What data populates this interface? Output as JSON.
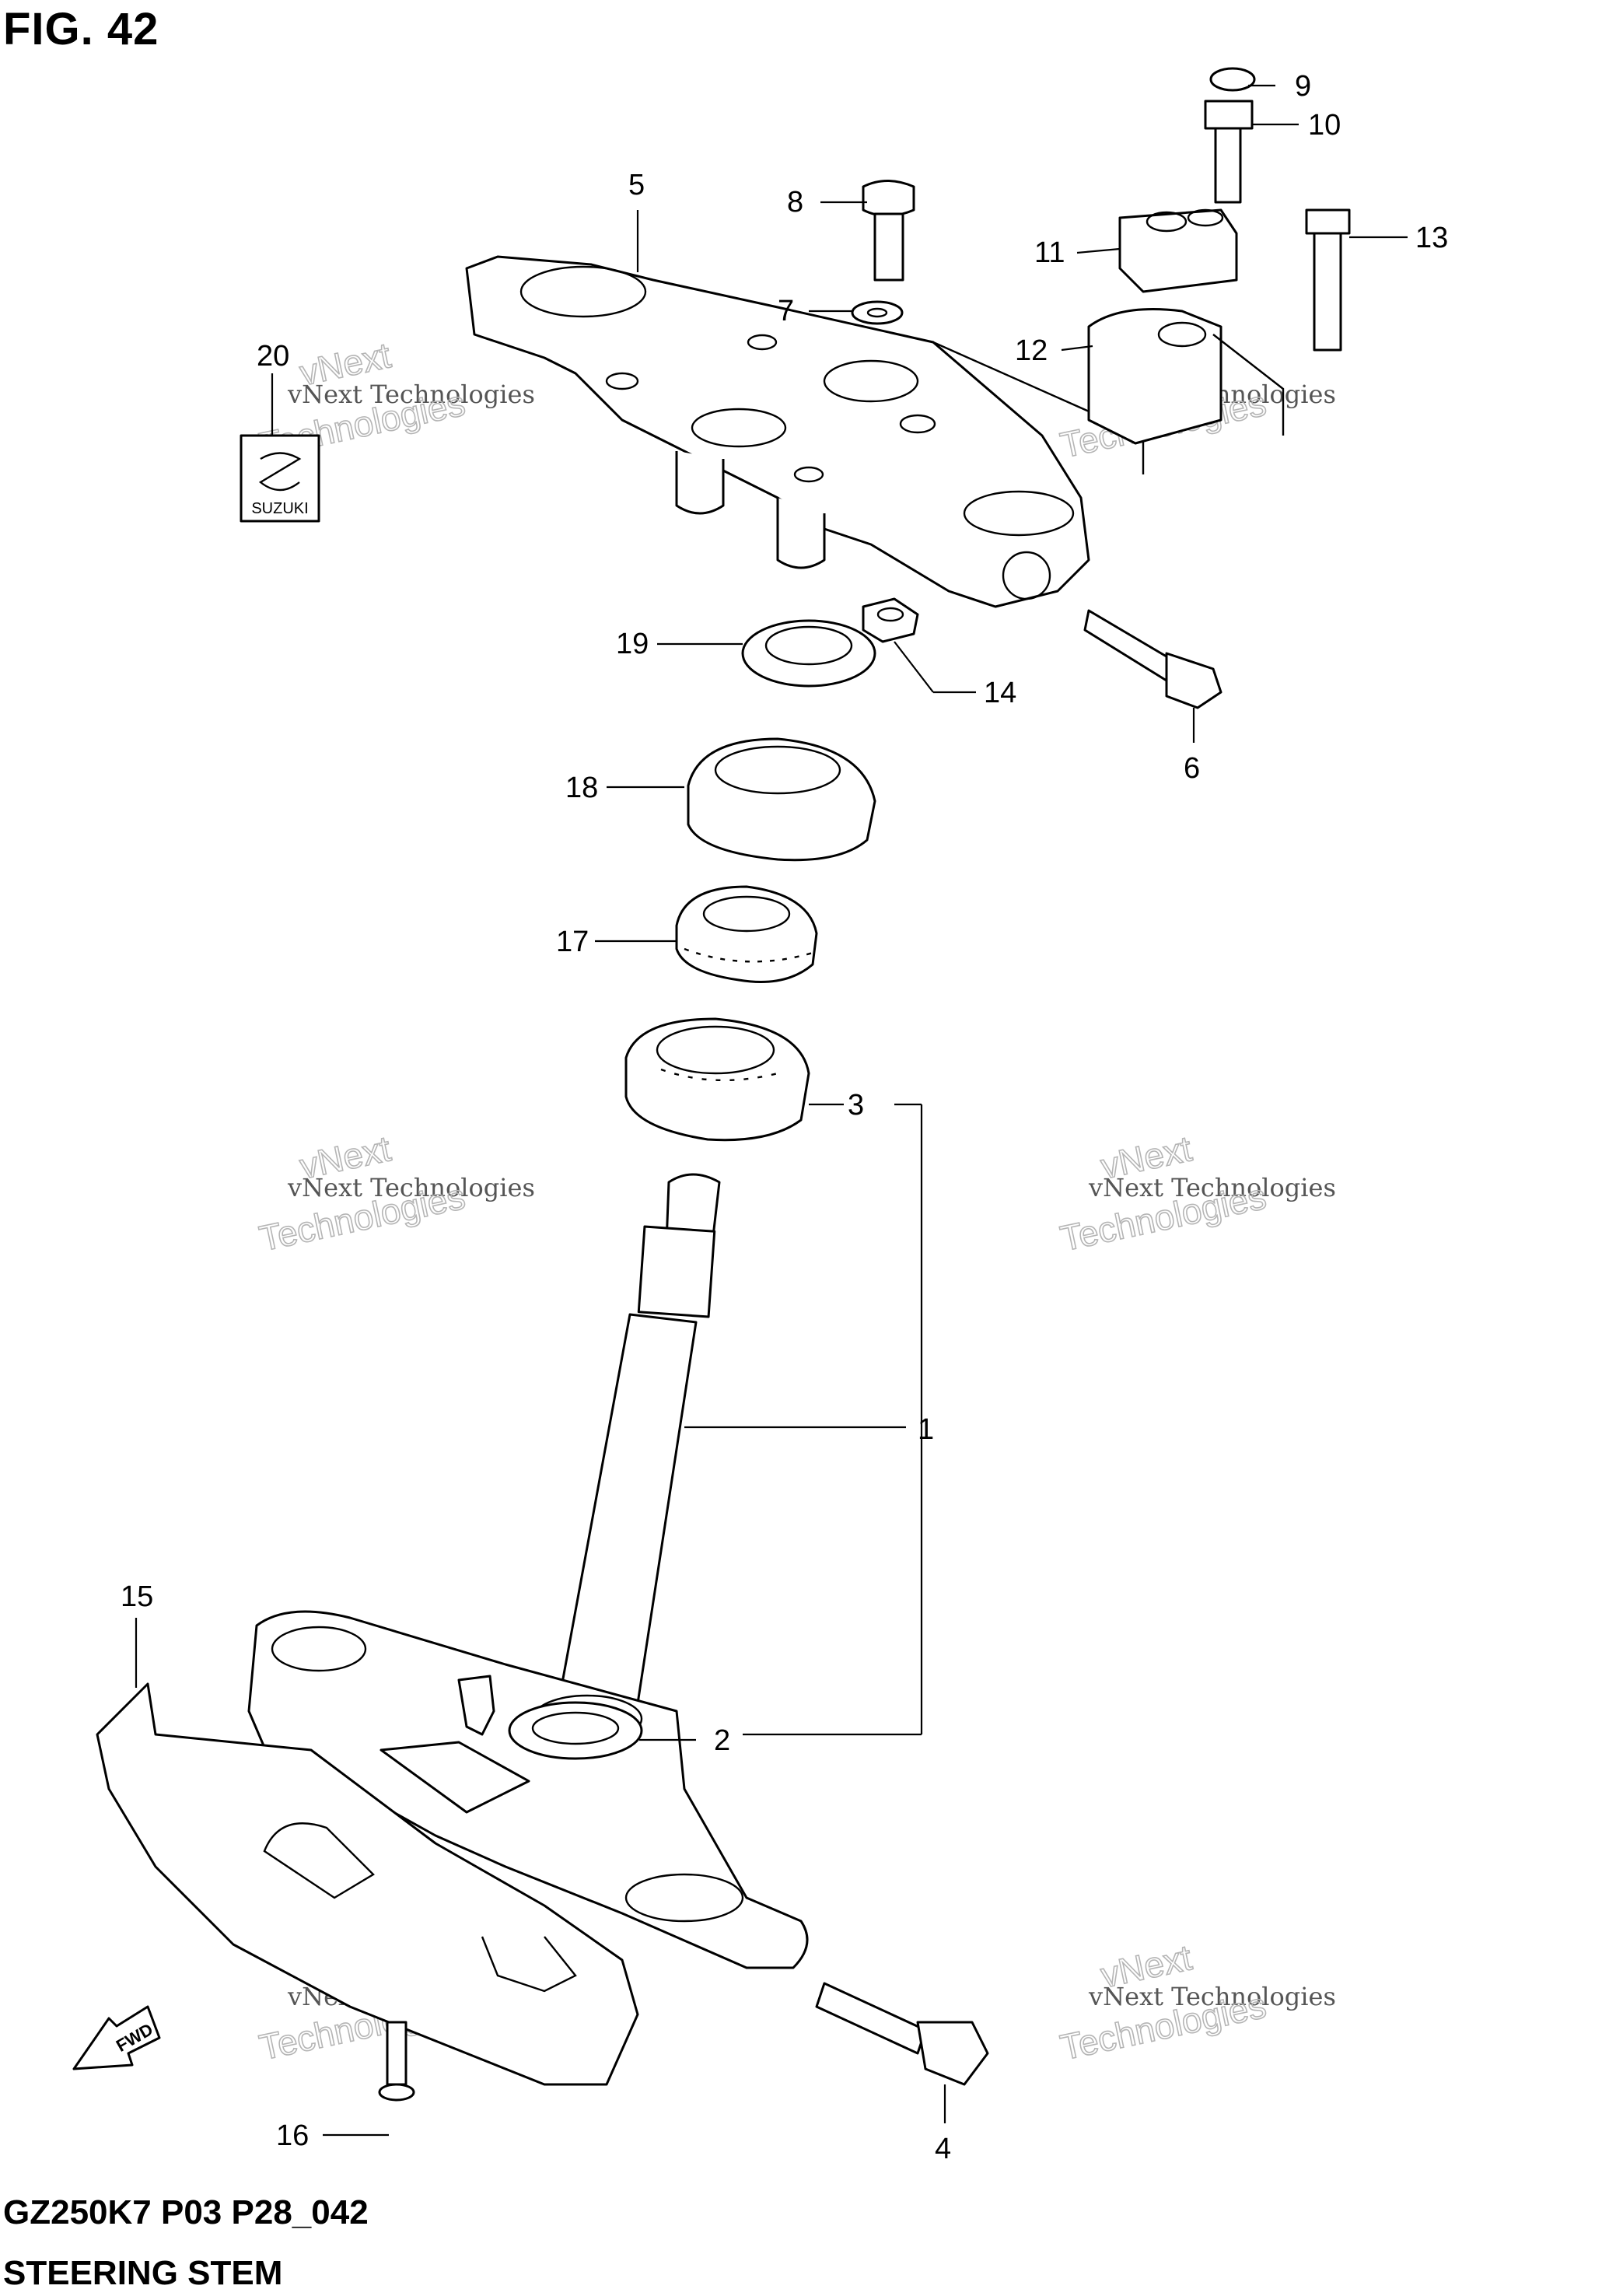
{
  "figure_title": "FIG. 42",
  "diagram_code": "GZ250K7 P03 P28_042",
  "diagram_caption": "STEERING STEM",
  "fwd_label": "FWD",
  "emblem_text": "SUZUKI",
  "watermark": {
    "line1": "vNext Technologies",
    "line2": "Technologies",
    "small": "vNext"
  },
  "callouts": [
    "1",
    "2",
    "3",
    "4",
    "5",
    "6",
    "7",
    "8",
    "9",
    "10",
    "11",
    "12",
    "13",
    "14",
    "15",
    "16",
    "17",
    "18",
    "19",
    "20"
  ]
}
